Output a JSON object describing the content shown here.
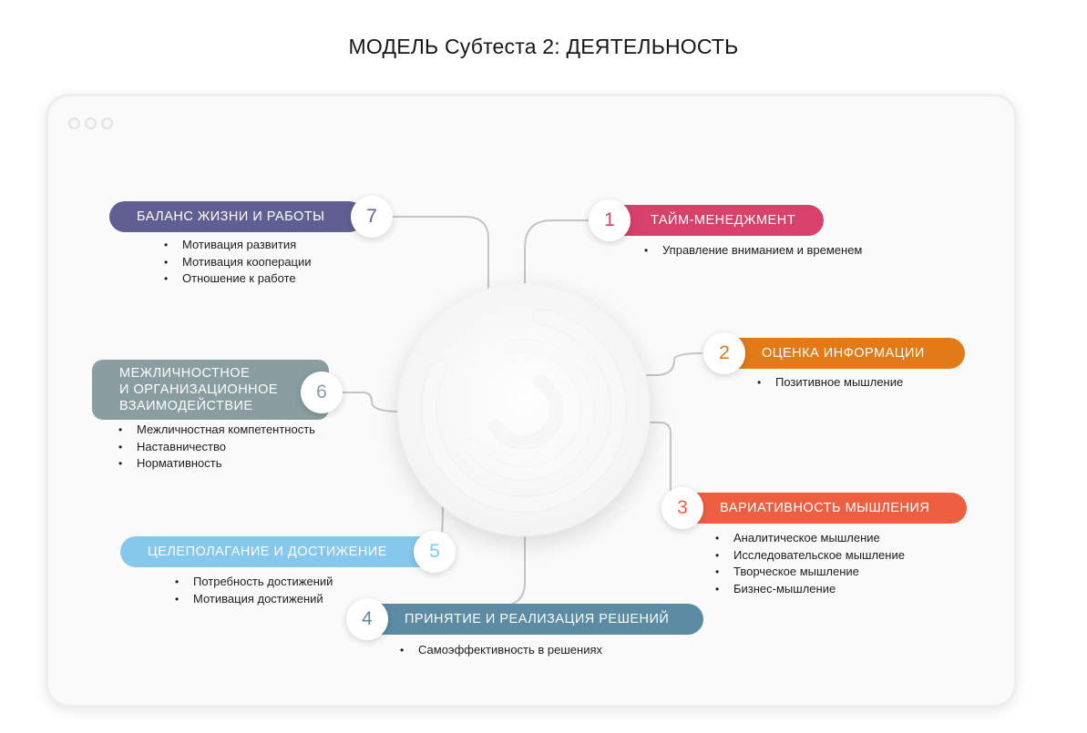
{
  "title": "МОДЕЛЬ Субтеста 2: ДЕЯТЕЛЬНОСТЬ",
  "colors": {
    "time_management": "#d7416a",
    "information": "#e27a18",
    "variability": "#ee5f42",
    "decisions": "#5b8ca4",
    "goal_setting": "#86c8ec",
    "interpersonal": "#8a9da0",
    "balance": "#5f5f94",
    "connector": "#c4c4c4"
  },
  "blocks": {
    "b1": {
      "number": "1",
      "label": "ТАЙМ-МЕНЕДЖМЕНТ",
      "items": [
        "Управление вниманием и временем"
      ]
    },
    "b2": {
      "number": "2",
      "label": "ОЦЕНКА ИНФОРМАЦИИ",
      "items": [
        "Позитивное мышление"
      ]
    },
    "b3": {
      "number": "3",
      "label": "ВАРИАТИВНОСТЬ МЫШЛЕНИЯ",
      "items": [
        "Аналитическое мышление",
        "Исследовательское мышление",
        "Творческое мышление",
        "Бизнес-мышление"
      ]
    },
    "b4": {
      "number": "4",
      "label": "ПРИНЯТИЕ И РЕАЛИЗАЦИЯ РЕШЕНИЙ",
      "items": [
        "Самоэффективность в решениях"
      ]
    },
    "b5": {
      "number": "5",
      "label": "ЦЕЛЕПОЛАГАНИЕ И ДОСТИЖЕНИЕ",
      "items": [
        "Потребность достижений",
        "Мотивация достижений"
      ]
    },
    "b6": {
      "number": "6",
      "label_lines": [
        "МЕЖЛИЧНОСТНОЕ",
        "И ОРГАНИЗАЦИОННОЕ",
        "ВЗАИМОДЕЙСТВИЕ"
      ],
      "items": [
        "Межличностная компетентность",
        "Наставничество",
        "Нормативность"
      ]
    },
    "b7": {
      "number": "7",
      "label": "БАЛАНС ЖИЗНИ И РАБОТЫ",
      "items": [
        "Мотивация развития",
        "Мотивация кооперации",
        "Отношение к работе"
      ]
    }
  }
}
